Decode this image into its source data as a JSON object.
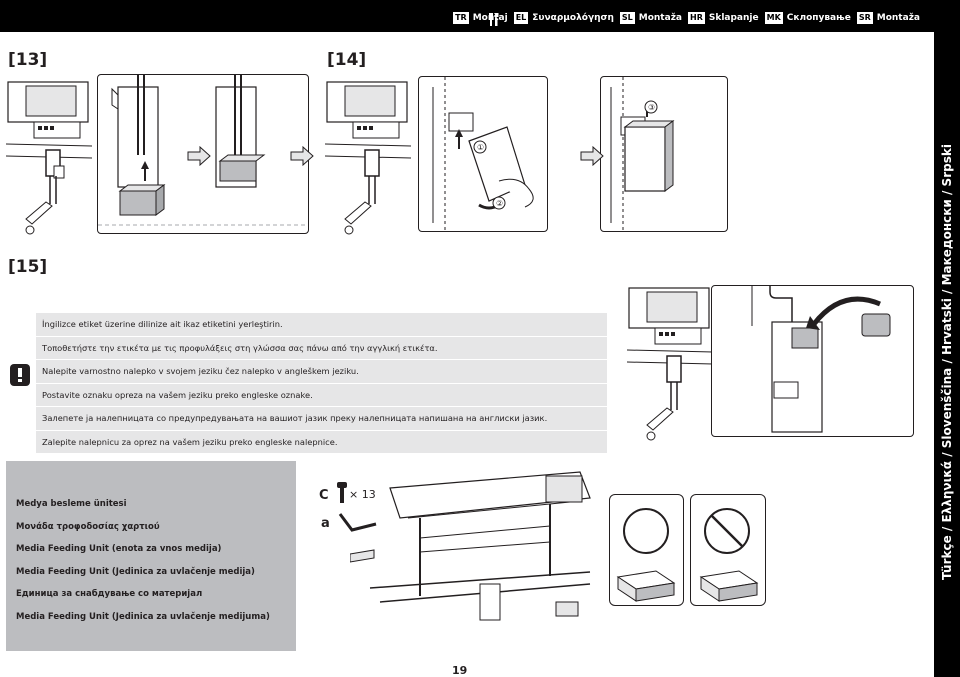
{
  "header": {
    "tool_icon": "wrench-screwdriver-icon",
    "languages": [
      {
        "code": "TR",
        "label": "Montaj"
      },
      {
        "code": "EL",
        "label": "Συναρμολόγηση"
      },
      {
        "code": "SL",
        "label": "Montaža"
      },
      {
        "code": "HR",
        "label": "Sklapanje"
      },
      {
        "code": "MK",
        "label": "Склопување"
      },
      {
        "code": "SR",
        "label": "Montaža"
      }
    ]
  },
  "side_tab": {
    "text": "Türkçe / Ελληνικά / Slovenščina / Hrvatski / Македонски / Srpski"
  },
  "steps": {
    "s13": "[13]",
    "s14": "[14]",
    "s15": "[15]"
  },
  "callouts": {
    "c1": "①",
    "c2": "②",
    "c3": "③"
  },
  "warning": {
    "icon": "caution-icon",
    "lines": [
      "İngilizce etiket üzerine dilinize ait ikaz etiketini yerleştirin.",
      "Τοποθετήστε την ετικέτα με τις προφυλάξεις στη γλώσσα σας πάνω από την αγγλική ετικέτα.",
      "Nalepite varnostno nalepko v svojem jeziku čez nalepko v angleškem jeziku.",
      "Postavite oznaku opreza na vašem jeziku preko engleske oznake.",
      "Залепете ја налепницата со предупредувањата на вашиот јазик преку налепницата напишана на англиски јазик.",
      "Zalepite nalepnicu za oprez na vašem jeziku preko engleske nalepnice."
    ]
  },
  "unit_names": [
    "Medya besleme ünitesi",
    "Μονάδα τροφοδοσίας χαρτιού",
    "Media Feeding Unit (enota za vnos medija)",
    "Media Feeding Unit (Jedinica za uvlačenje medija)",
    "Единица за снабдување со материјал",
    "Media Feeding Unit (Jedinica za uvlačenje medijuma)"
  ],
  "parts": {
    "c_label": "C",
    "c_qty": "× 13",
    "a_label": "a"
  },
  "page_number": "19"
}
